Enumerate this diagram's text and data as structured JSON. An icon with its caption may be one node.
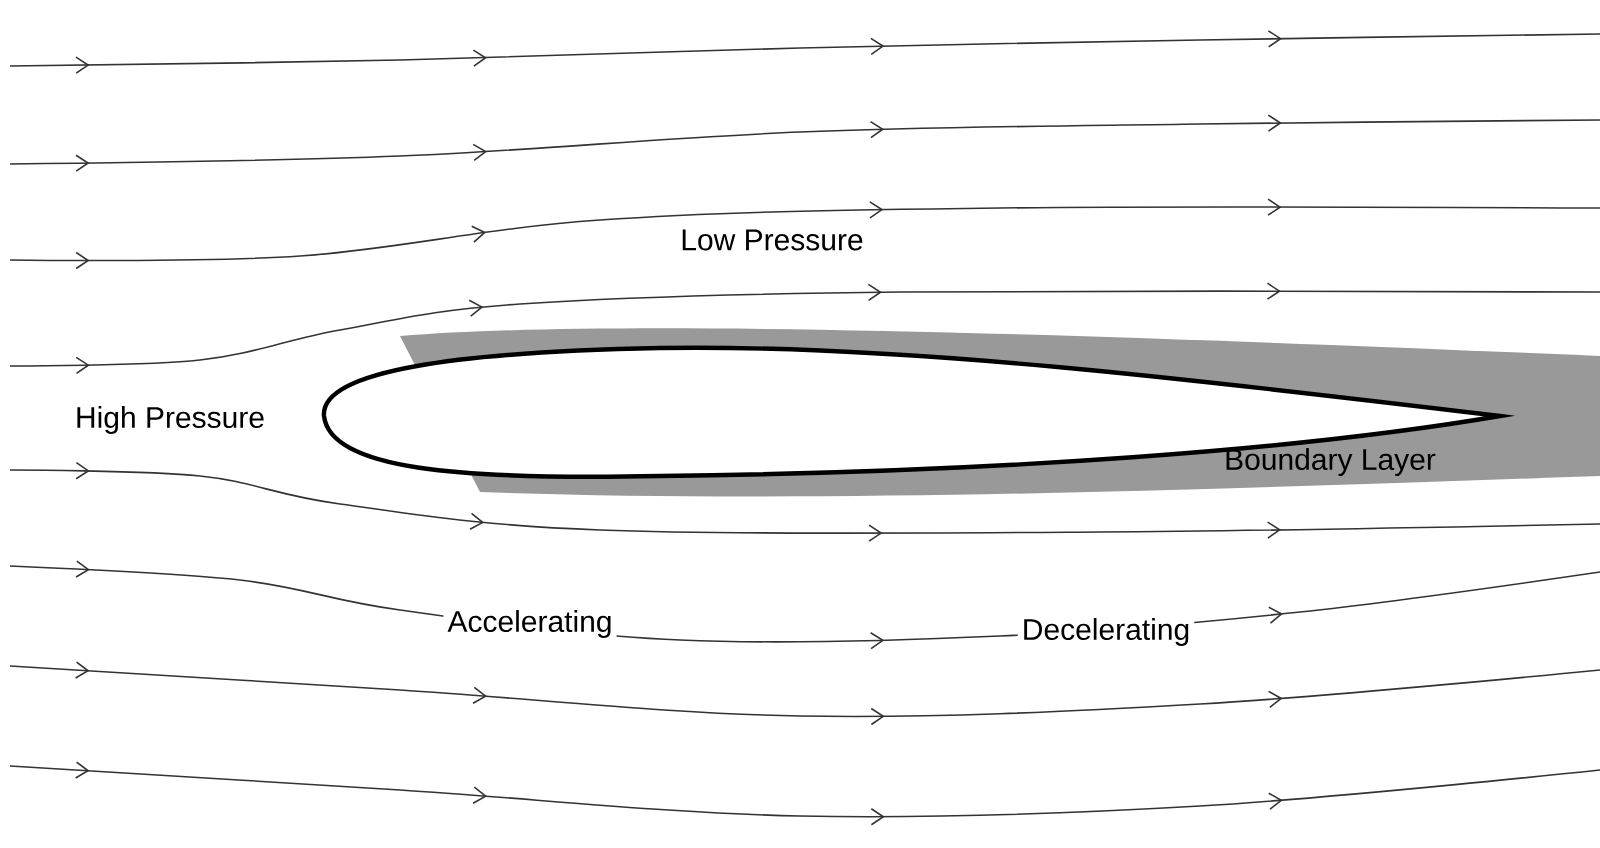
{
  "diagram": {
    "labels": [
      "Low Pressure",
      "High Pressure",
      "Accelerating",
      "Decelerating",
      "Boundary Layer"
    ]
  }
}
